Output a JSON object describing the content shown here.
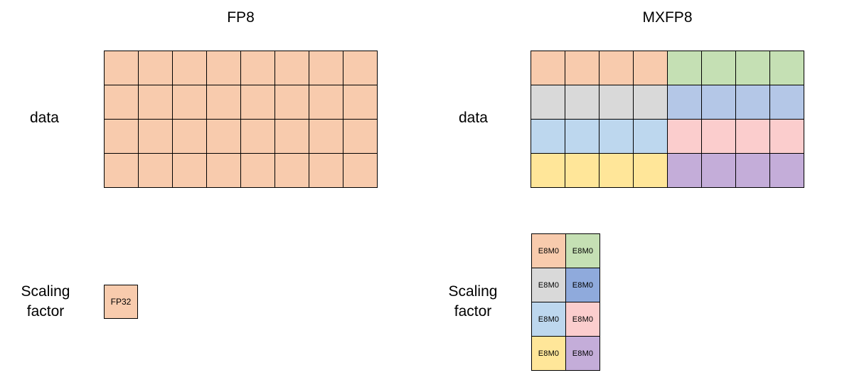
{
  "colors": {
    "orange": "#F8CBAD",
    "green": "#C5E0B4",
    "gray": "#D9D9D9",
    "blue": "#B4C7E7",
    "light_blue": "#BDD7EE",
    "pink": "#FBCDCD",
    "yellow": "#FFE699",
    "purple": "#C4ADD9",
    "scale_blue": "#8FAADC",
    "border": "#000000",
    "background": "#FFFFFF"
  },
  "fp8": {
    "title": "FP8",
    "data_label": "data",
    "scaling_label": [
      "Scaling",
      "factor"
    ],
    "data_grid": {
      "rows": 4,
      "cols": 8,
      "cell_color": "orange"
    },
    "scale_cell": {
      "label": "FP32",
      "color": "orange"
    }
  },
  "mxfp8": {
    "title": "MXFP8",
    "data_label": "data",
    "scaling_label": [
      "Scaling",
      "factor"
    ],
    "data_grid": {
      "rows": 4,
      "cols": 8,
      "block_size": 4,
      "block_rows": [
        [
          "orange",
          "green"
        ],
        [
          "gray",
          "blue"
        ],
        [
          "light_blue",
          "pink"
        ],
        [
          "yellow",
          "purple"
        ]
      ]
    },
    "scale_grid": {
      "rows": 4,
      "cols": 2,
      "cell_label": "E8M0",
      "cell_colors": [
        [
          "orange",
          "green"
        ],
        [
          "gray",
          "scale_blue"
        ],
        [
          "light_blue",
          "pink"
        ],
        [
          "yellow",
          "purple"
        ]
      ]
    }
  }
}
